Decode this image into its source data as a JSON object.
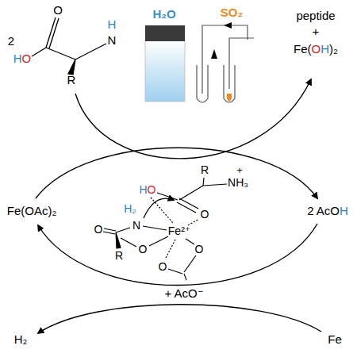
{
  "diagram": {
    "labels": [
      "2",
      "H",
      "O",
      "O",
      "H",
      "N",
      "R",
      "H₂O",
      "SO₂",
      "peptide",
      "+",
      "Fe(",
      "O",
      "H",
      ")₂",
      "Fe(OAc)₂",
      "2 AcO",
      "H",
      "+ AcO⁻",
      "H₂",
      "Fe",
      "R",
      "NH₃",
      "+",
      "H",
      "O",
      "O",
      "O",
      "H₂",
      "N",
      "Fe²⁺",
      "R",
      "O",
      "O",
      "O"
    ]
  }
}
